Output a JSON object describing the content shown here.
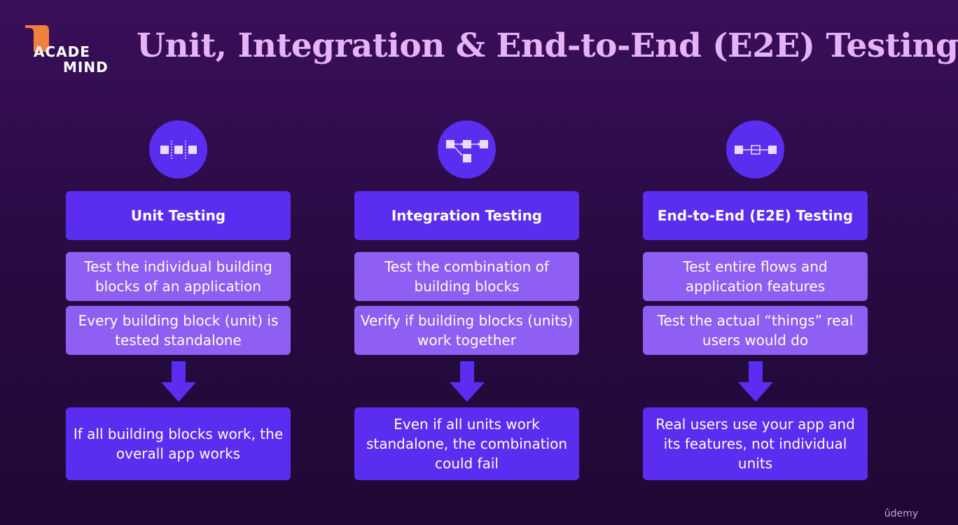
{
  "logo": {
    "line1": "ACADE",
    "line2": "MIND"
  },
  "title": "Unit, Integration & End-to-End (E2E) Testing",
  "columns": [
    {
      "icon": "separated-units-icon",
      "header": "Unit Testing",
      "desc1": "Test the individual building blocks of an application",
      "desc2": "Every building block (unit) is tested standalone",
      "result": "If all building blocks work, the overall app works"
    },
    {
      "icon": "connected-units-icon",
      "header": "Integration Testing",
      "desc1": "Test the combination of building blocks",
      "desc2": "Verify if building blocks (units) work together",
      "result": "Even if all units work standalone, the combination could fail"
    },
    {
      "icon": "flow-chain-icon",
      "header": "End-to-End (E2E) Testing",
      "desc1": "Test entire flows and application features",
      "desc2": "Test the actual “things” real users would do",
      "result": "Real users use your app and its features, not individual units"
    }
  ],
  "watermark": "ûdemy",
  "colors": {
    "accent": "#5b2df0",
    "light_box": "#8f5ef2",
    "title": "#e6b3f5",
    "logo_orange": "#f0803c"
  }
}
